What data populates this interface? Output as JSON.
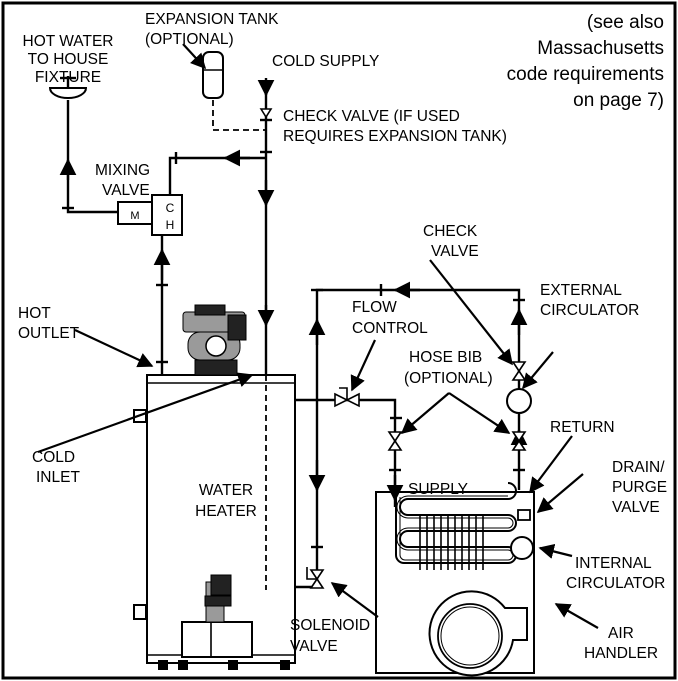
{
  "labels": {
    "expansion_tank": [
      "EXPANSION TANK",
      "(OPTIONAL)"
    ],
    "hot_water_fixture": [
      "HOT WATER",
      "TO HOUSE",
      "FIXTURE"
    ],
    "see_also": [
      "(see also",
      "Massachusetts",
      "code requirements",
      "on page 7)"
    ],
    "cold_supply": "COLD SUPPLY",
    "check_valve_top": [
      "CHECK VALVE (IF USED",
      "REQUIRES EXPANSION TANK)"
    ],
    "mixing_valve": [
      "MIXING",
      "VALVE"
    ],
    "mixing_m": "M",
    "mixing_c": "C",
    "mixing_h": "H",
    "check_valve_right": [
      "CHECK",
      "VALVE"
    ],
    "external_circulator": [
      "EXTERNAL",
      "CIRCULATOR"
    ],
    "flow_control": [
      "FLOW",
      "CONTROL"
    ],
    "hose_bib": [
      "HOSE BIB",
      "(OPTIONAL)"
    ],
    "hot_outlet": [
      "HOT",
      "OUTLET"
    ],
    "return": "RETURN",
    "cold_inlet": [
      "COLD",
      "INLET"
    ],
    "water_heater": [
      "WATER",
      "HEATER"
    ],
    "supply": "SUPPLY",
    "drain_purge_valve": [
      "DRAIN/",
      "PURGE",
      "VALVE"
    ],
    "internal_circulator": [
      "INTERNAL",
      "CIRCULATOR"
    ],
    "solenoid_valve": [
      "SOLENOID",
      "VALVE"
    ],
    "air_handler": [
      "AIR",
      "HANDLER"
    ]
  }
}
